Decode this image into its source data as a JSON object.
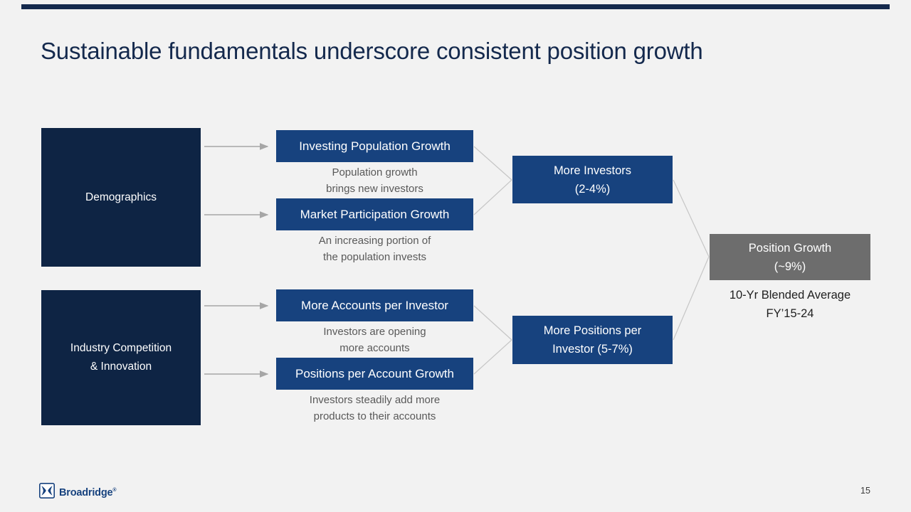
{
  "slide": {
    "title": "Sustainable fundamentals underscore consistent position growth",
    "page_number": "15"
  },
  "footer": {
    "logo_text": "Broadridge",
    "logo_mark": "®",
    "logo_icon": "broadridge-mark-icon"
  },
  "colors": {
    "background": "#f2f2f2",
    "top_bar": "#14294d",
    "title_text": "#14294d",
    "driver_box": "#0e2444",
    "flow_box": "#17427e",
    "result_box": "#6d6d6d",
    "caption_text": "#595959",
    "arrow": "#a6a6a6",
    "connector_line": "#c6c6c6"
  },
  "diagram": {
    "drivers": [
      {
        "label": "Demographics"
      },
      {
        "label": "Industry Competition\n& Innovation"
      }
    ],
    "factors": [
      {
        "label": "Investing Population Growth",
        "caption": "Population growth\nbrings new investors"
      },
      {
        "label": "Market Participation Growth",
        "caption": "An increasing portion of\nthe population invests"
      },
      {
        "label": "More Accounts per Investor",
        "caption": "Investors are opening\nmore accounts"
      },
      {
        "label": "Positions per Account Growth",
        "caption": "Investors steadily add more\nproducts to their accounts"
      }
    ],
    "outcomes": [
      {
        "label": "More Investors\n(2-4%)"
      },
      {
        "label": "More Positions per\nInvestor (5-7%)"
      }
    ],
    "result": {
      "label": "Position Growth\n(~9%)",
      "note": "10-Yr Blended Average\nFY’15-24"
    }
  }
}
